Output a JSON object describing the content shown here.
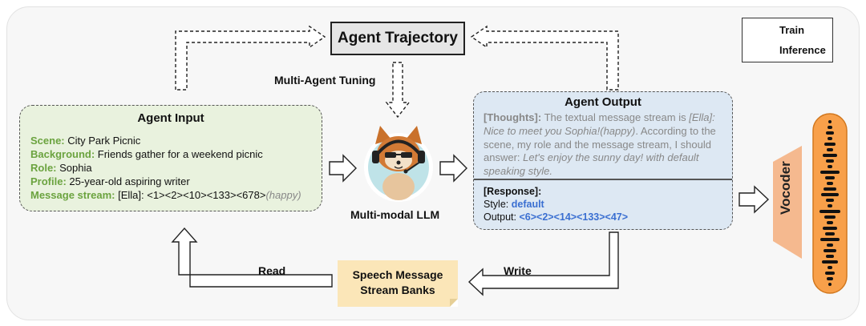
{
  "trajectory": {
    "title": "Agent Trajectory"
  },
  "legend": {
    "train": "Train",
    "inference": "Inference"
  },
  "tuning_label": "Multi-Agent Tuning",
  "agent_input": {
    "title": "Agent Input",
    "scene_key": "Scene:",
    "scene_val": " City Park Picnic",
    "background_key": "Background:",
    "background_val": " Friends gather for a weekend picnic",
    "role_key": "Role:",
    "role_val": " Sophia",
    "profile_key": "Profile:",
    "profile_val": "  25-year-old aspiring writer",
    "message_key": "Message stream:",
    "message_val": "  [Ella]: <1><2><10><133><678>",
    "message_emotion": "(happy)"
  },
  "llm_label": "Multi-modal LLM",
  "agent_output": {
    "title": "Agent Output",
    "thoughts_label": "[Thoughts]:",
    "thoughts_t1": " The textual message stream is ",
    "thoughts_q1": "[Ella]: Nice to meet you Sophia!(happy)",
    "thoughts_t2": ". According to the scene, my role and the message stream, I should answer: ",
    "thoughts_q2": "Let's enjoy the sunny day! with default speaking style.",
    "response_label": "[Response]:",
    "style_key": "Style: ",
    "style_val": "default",
    "output_key": "Output: ",
    "output_val": "<6><2><14><133><47>"
  },
  "speech_bank": {
    "line1": "Speech Message",
    "line2": "Stream Banks"
  },
  "read_label": "Read",
  "write_label": "Write",
  "vocoder_label": "Vocoder",
  "colors": {
    "input_fill": "#e9f2de",
    "output_fill": "#dde8f3",
    "key_green": "#6ba33f",
    "link_blue": "#3a6fd1",
    "bank_fill": "#fbe6b8",
    "vocoder_fill": "#f5b98f",
    "wave_fill": "#f8a04a"
  }
}
